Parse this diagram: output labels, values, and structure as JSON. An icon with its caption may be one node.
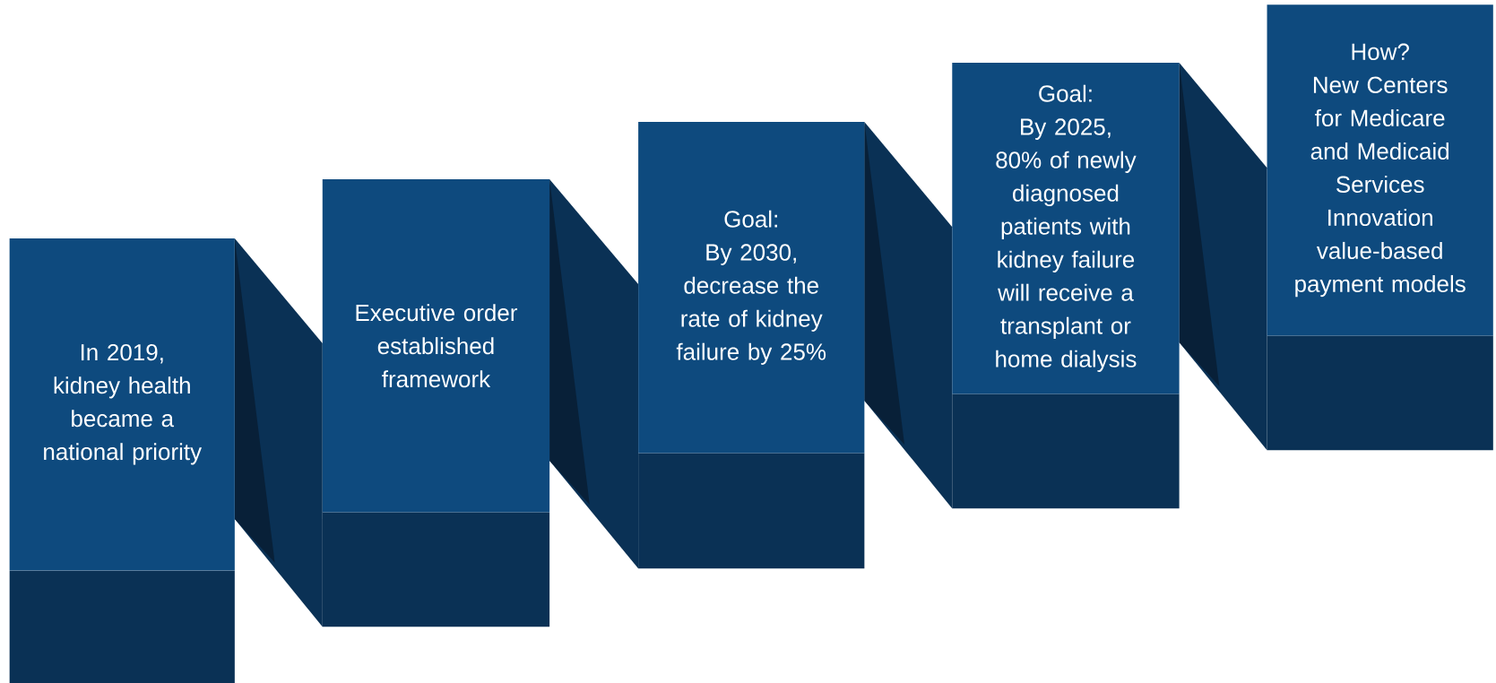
{
  "diagram": {
    "nodes": [
      {
        "text": [
          "In 2019, kidney health became a national priority"
        ]
      },
      {
        "text": [
          "Executive order established framework"
        ]
      },
      {
        "text": [
          "Goal:",
          "By 2030, decrease the rate of kidney failure by 25%"
        ]
      },
      {
        "text": [
          "Goal:",
          "By 2025, 80% of newly diagnosed patients with kidney failure will receive a transplant or home dialysis"
        ]
      },
      {
        "text": [
          "How?",
          "New Centers for Medicare and Medicaid Services Innovation value-based payment models"
        ]
      }
    ]
  }
}
